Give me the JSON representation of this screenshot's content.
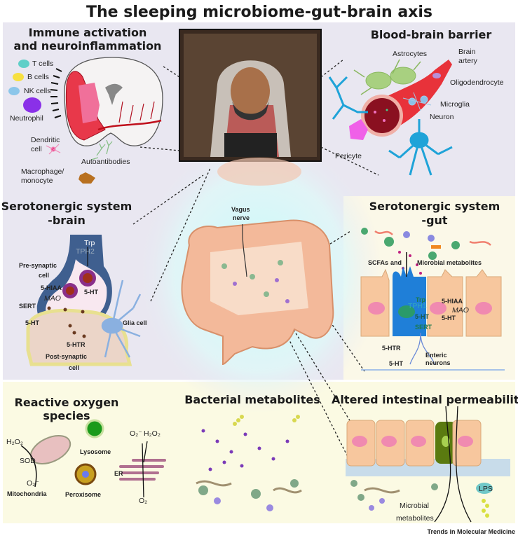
{
  "title": "The sleeping microbiome-gut-brain axis",
  "panels": {
    "immune": {
      "heading_line1": "Immune activation",
      "heading_line2": "and neuroinflammation",
      "labels": [
        "T cells",
        "B cells",
        "NK cells",
        "Neutrophil",
        "Dendritic",
        "cell",
        "Autoantibodies",
        "Macrophage/",
        "monocyte"
      ]
    },
    "bbb": {
      "heading": "Blood-brain barrier",
      "labels": [
        "Astrocytes",
        "Brain",
        "artery",
        "Oligodendrocyte",
        "Microglia",
        "Neuron",
        "Pericyte"
      ]
    },
    "sero_brain": {
      "heading_line1": "Serotonergic system",
      "heading_line2": "-brain",
      "labels": [
        "Pre-synaptic",
        "cell",
        "Trp",
        "TPH2",
        "5-HT",
        "5-HIAA",
        "MAO",
        "SERT",
        "5-HT",
        "Glia cell",
        "5-HTR",
        "Post-synaptic",
        "cell"
      ]
    },
    "center": {
      "vagus_line1": "Vagus",
      "vagus_line2": "nerve"
    },
    "sero_gut": {
      "heading_line1": "Serotonergic system",
      "heading_line2": "-gut",
      "labels": [
        "SCFAs",
        "and",
        "Microbial metabolites",
        "Trp",
        "TPH1",
        "5-HT",
        "SERT",
        "5-HIAA",
        "MAO",
        "5-HT",
        "5-HTR",
        "5-HT",
        "Enteric",
        "neurons"
      ]
    },
    "ros": {
      "heading_line1": "Reactive oxygen",
      "heading_line2": "species",
      "labels": [
        "H₂O₂",
        "SOD",
        "O₂⁻",
        "Mitochondria",
        "Lysosome",
        "Peroxisome",
        "O₂⁻",
        "H₂O₂",
        "ER",
        "O₂"
      ]
    },
    "bacterial": {
      "heading": "Bacterial metabolites"
    },
    "permeability": {
      "heading": "Altered intestinal permeability",
      "labels": [
        "LPS",
        "Microbial",
        "metabolites"
      ]
    }
  },
  "credit": "Trends in Molecular Medicine",
  "colors": {
    "top_bg": "#e9e7f1",
    "bottom_bg": "#fbfae3",
    "gut_bg": "#fbf8e8",
    "center_glow": "#c8fbfb",
    "artery": "#e8323a",
    "neuron": "#1fa3d8",
    "cell": "#f7c79e"
  }
}
